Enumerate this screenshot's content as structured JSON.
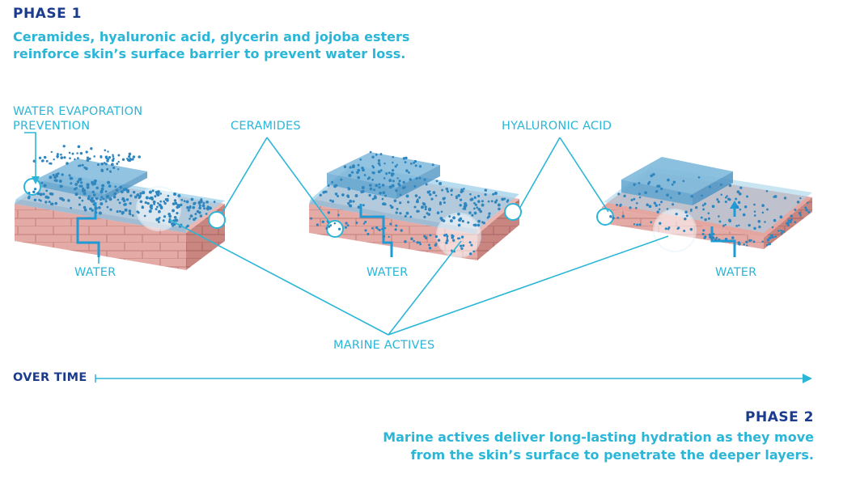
{
  "phase1": {
    "title": "PHASE 1",
    "line1": "Ceramides, hyaluronic acid, glycerin and jojoba esters",
    "line2": "reinforce skin’s surface barrier to prevent water loss."
  },
  "phase2": {
    "title": "PHASE 2",
    "line1": "Marine actives deliver long-lasting hydration as they move",
    "line2": "from the skin’s surface to penetrate the deeper layers."
  },
  "labels": {
    "evaporation_line1": "WATER EVAPORATION",
    "evaporation_line2": "PREVENTION",
    "ceramides": "CERAMIDES",
    "hyaluronic_acid": "HYALURONIC ACID",
    "water": "WATER",
    "marine_actives": "MARINE ACTIVES",
    "over_time": "OVER TIME"
  },
  "colors": {
    "navy": "#1b3b8f",
    "cyan": "#2bb6d8",
    "brick": "#e3a7a3",
    "dots": "#2f86bf",
    "water_layer": "#8fc6e2"
  }
}
